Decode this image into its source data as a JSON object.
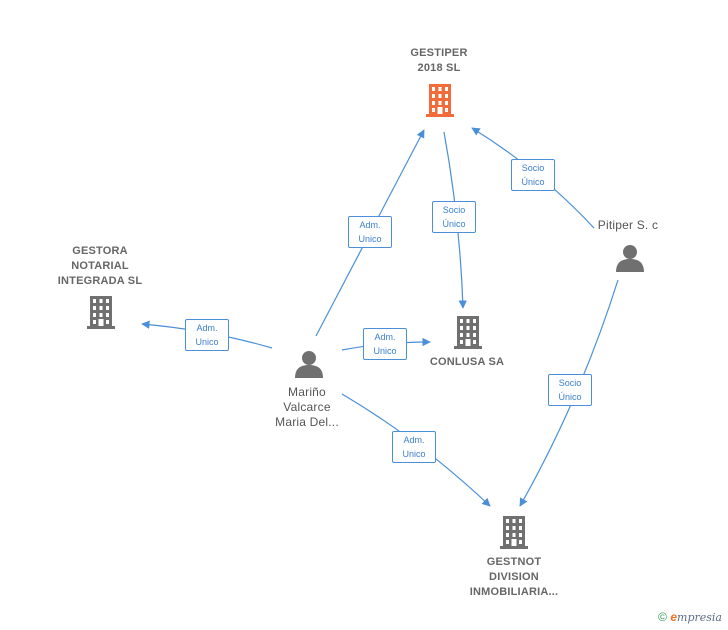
{
  "nodes": {
    "gestiper": {
      "lines": [
        "GESTIPER",
        "2018  SL"
      ],
      "icon": "building-icon",
      "color": "#f26b3a"
    },
    "gestora": {
      "lines": [
        "GESTORA",
        "NOTARIAL",
        "INTEGRADA SL"
      ],
      "icon": "building-icon",
      "color": "#707070"
    },
    "conlusa": {
      "lines": [
        "CONLUSA SA"
      ],
      "icon": "building-icon",
      "color": "#707070"
    },
    "gestnot": {
      "lines": [
        "GESTNOT",
        "DIVISION",
        "INMOBILIARIA..."
      ],
      "icon": "building-icon",
      "color": "#707070"
    },
    "marino": {
      "lines": [
        "Mariño",
        "Valcarce",
        "Maria Del..."
      ],
      "icon": "person-icon",
      "color": "#707070"
    },
    "pitiper": {
      "lines": [
        "Pitiper S. c"
      ],
      "icon": "person-icon",
      "color": "#707070"
    }
  },
  "edges": {
    "marino_gestiper": [
      "Adm.",
      "Unico"
    ],
    "gestiper_conlusa": [
      "Socio",
      "Único"
    ],
    "pitiper_gestiper": [
      "Socio",
      "Único"
    ],
    "marino_gestora": [
      "Adm.",
      "Unico"
    ],
    "marino_conlusa": [
      "Adm.",
      "Unico"
    ],
    "marino_gestnot": [
      "Adm.",
      "Unico"
    ],
    "pitiper_gestnot": [
      "Socio",
      "Único"
    ]
  },
  "footer": {
    "copyright": "©",
    "brand_e": "e",
    "brand_rest": "mpresia"
  },
  "colors": {
    "edge": "#4a8fd8",
    "highlight": "#f26b3a",
    "node": "#707070"
  }
}
